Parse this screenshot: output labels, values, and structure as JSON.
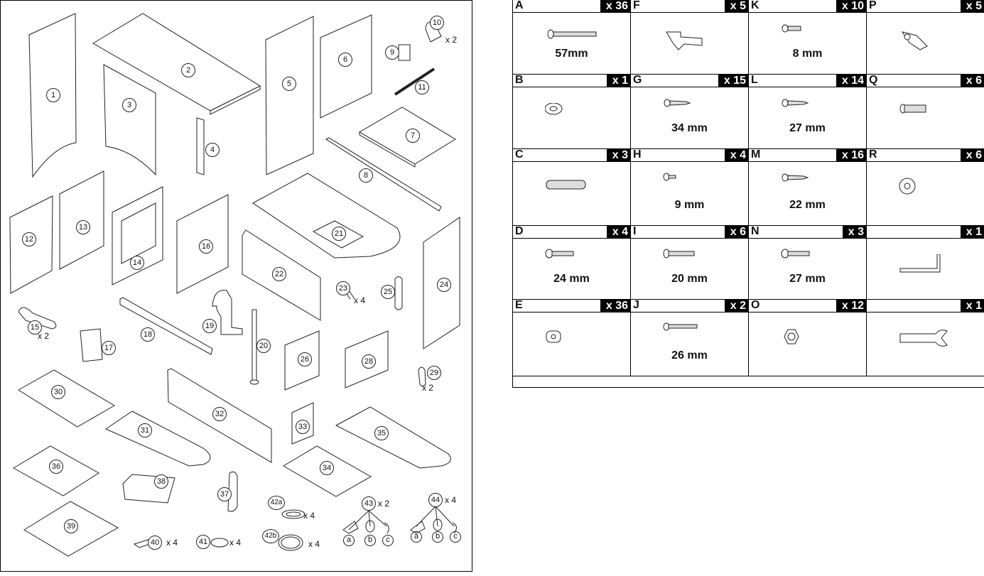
{
  "parts": {
    "labels": [
      "1",
      "2",
      "3",
      "4",
      "5",
      "6",
      "7",
      "8",
      "9",
      "10",
      "11",
      "12",
      "13",
      "14",
      "15",
      "16",
      "17",
      "18",
      "19",
      "20",
      "21",
      "22",
      "23",
      "24",
      "25",
      "26",
      "28",
      "29",
      "30",
      "31",
      "32",
      "33",
      "34",
      "35",
      "36",
      "37",
      "38",
      "39",
      "40",
      "41",
      "42a",
      "42b",
      "43",
      "44"
    ],
    "quantities": {
      "q10": "x 2",
      "q15": "x 2",
      "q23": "x 4",
      "q29": "x 2",
      "q40": "x 4",
      "q41": "x 4",
      "q42a": "x 4",
      "q42b": "x 4",
      "q43": "x 2",
      "q44": "x 4"
    },
    "sub_labels": [
      "a",
      "b",
      "c"
    ]
  },
  "hardware": [
    {
      "letter": "A",
      "count": "x 36",
      "size": "57mm",
      "icon": "long-bolt-icon"
    },
    {
      "letter": "F",
      "count": "x 5",
      "size": "",
      "icon": "bracket-icon"
    },
    {
      "letter": "K",
      "count": "x 10",
      "size": "8 mm",
      "icon": "short-screw-icon"
    },
    {
      "letter": "P",
      "count": "x 5",
      "size": "",
      "icon": "hinge-clip-icon"
    },
    {
      "letter": "B",
      "count": "x 1",
      "size": "",
      "icon": "washer-icon"
    },
    {
      "letter": "G",
      "count": "x 15",
      "size": "34 mm",
      "icon": "wood-screw-icon"
    },
    {
      "letter": "L",
      "count": "x 14",
      "size": "27 mm",
      "icon": "wood-screw-icon"
    },
    {
      "letter": "Q",
      "count": "x 6",
      "size": "",
      "icon": "cam-bolt-icon"
    },
    {
      "letter": "C",
      "count": "x 3",
      "size": "",
      "icon": "dowel-icon"
    },
    {
      "letter": "H",
      "count": "x 4",
      "size": "9 mm",
      "icon": "tiny-screw-icon"
    },
    {
      "letter": "M",
      "count": "x 16",
      "size": "22 mm",
      "icon": "wood-screw-icon"
    },
    {
      "letter": "R",
      "count": "x 6",
      "size": "",
      "icon": "cam-lock-icon"
    },
    {
      "letter": "D",
      "count": "x 4",
      "size": "24 mm",
      "icon": "machine-screw-icon"
    },
    {
      "letter": "I",
      "count": "x 6",
      "size": "20 mm",
      "icon": "flat-screw-icon"
    },
    {
      "letter": "N",
      "count": "x 3",
      "size": "27 mm",
      "icon": "machine-screw-icon"
    },
    {
      "letter": "",
      "count": "x 1",
      "size": "",
      "icon": "allen-key-icon"
    },
    {
      "letter": "E",
      "count": "x 36",
      "size": "",
      "icon": "barrel-nut-icon"
    },
    {
      "letter": "J",
      "count": "x 2",
      "size": "26 mm",
      "icon": "long-screw-icon"
    },
    {
      "letter": "O",
      "count": "x 12",
      "size": "",
      "icon": "hex-nut-icon"
    },
    {
      "letter": "",
      "count": "x 1",
      "size": "",
      "icon": "wrench-icon"
    }
  ]
}
